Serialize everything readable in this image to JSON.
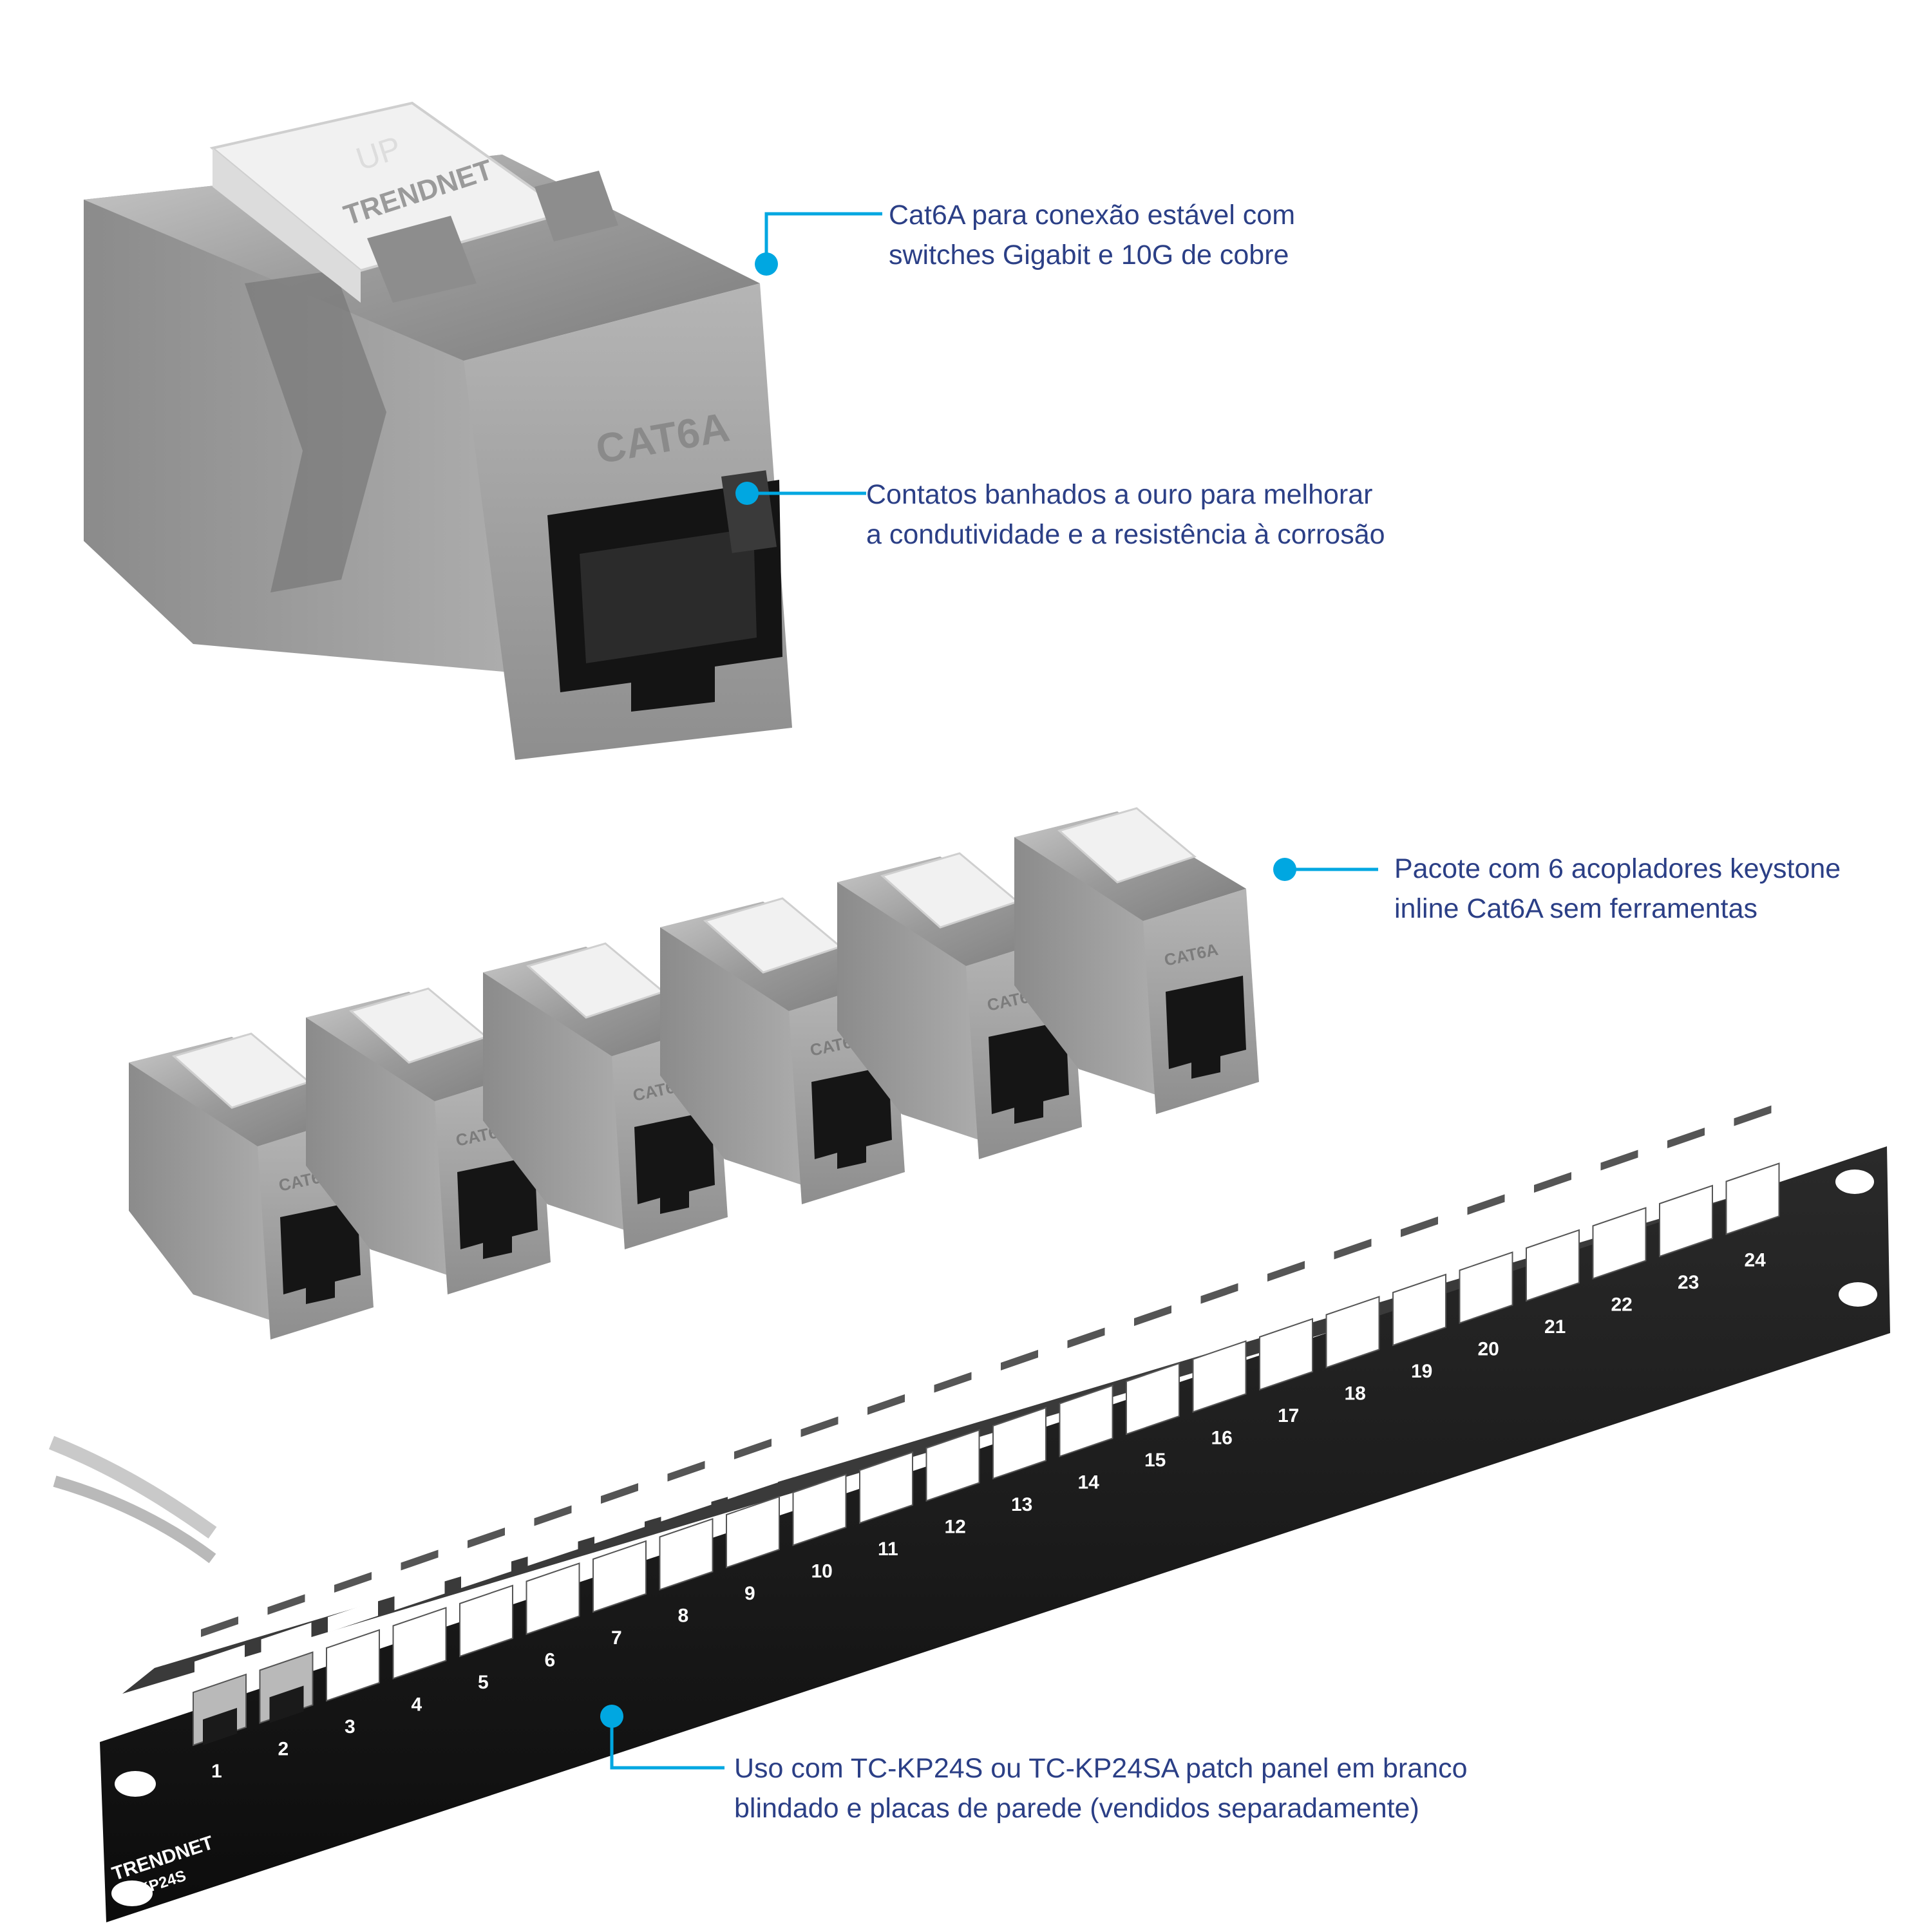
{
  "accent_color": "#00a7e1",
  "text_color": "#2b3f86",
  "callouts": [
    {
      "line1": "Cat6A para conexão estável com",
      "line2": "switches Gigabit e 10G de cobre"
    },
    {
      "line1": "Contatos banhados a ouro para melhorar",
      "line2": "a condutividade e a resistência à corrosão"
    },
    {
      "line1": "Pacote com 6 acopladores keystone",
      "line2": "inline Cat6A sem ferramentas"
    },
    {
      "line1": "Uso com TC-KP24S ou TC-KP24SA patch panel em branco",
      "line2": "blindado e placas de parede (vendidos separadamente)"
    }
  ],
  "product": {
    "brand": "TRENDNET",
    "jack_marking": "CAT6A",
    "latch_marking": "UP",
    "panel_model": "TC-KP24S",
    "port_numbers": [
      "1",
      "2",
      "3",
      "4",
      "5",
      "6",
      "7",
      "8",
      "9",
      "10",
      "11",
      "12",
      "13",
      "14",
      "15",
      "16",
      "17",
      "18",
      "19",
      "20",
      "21",
      "22",
      "23",
      "24"
    ]
  }
}
